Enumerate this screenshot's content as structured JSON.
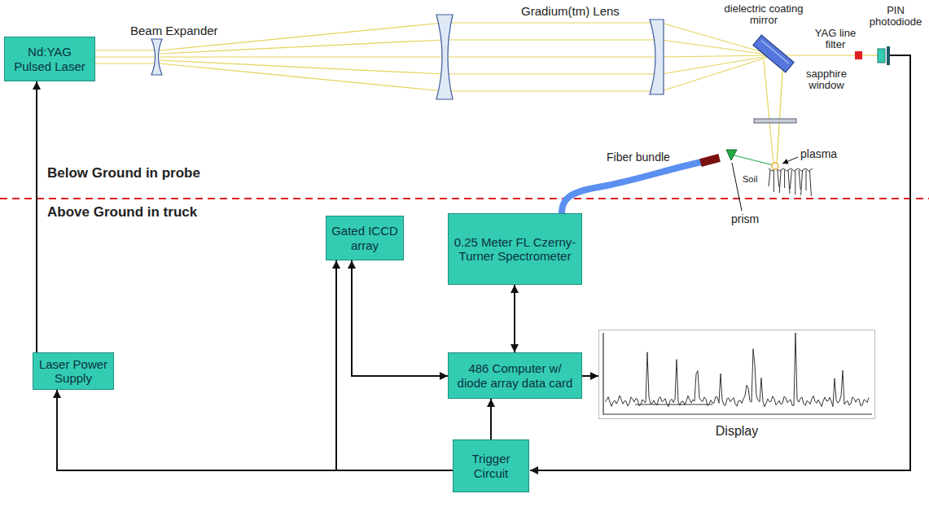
{
  "diagram": {
    "nodes": [
      {
        "text": [
          "Nd:YAG Pulsed Laser"
        ]
      },
      {
        "text": [
          "Gated ICCD array"
        ]
      },
      {
        "text": [
          "0.25 Meter FL Czerny-Turner Spectrometer"
        ]
      },
      {
        "text": [
          "Laser Power Supply"
        ]
      },
      {
        "text": [
          "486 Computer w/ diode array data card"
        ]
      },
      {
        "text": [
          "Display"
        ]
      },
      {
        "text": [
          "Trigger Circuit"
        ]
      }
    ],
    "edges": [
      {
        "from": 3,
        "to": 0,
        "arrow": "to"
      },
      {
        "from": 1,
        "to": 4,
        "arrow": "both"
      },
      {
        "from": 2,
        "to": 4,
        "arrow": "both"
      },
      {
        "from": 4,
        "to": 5,
        "arrow": "to"
      },
      {
        "from": 6,
        "to": 4,
        "arrow": "to"
      },
      {
        "from": 6,
        "to": 1,
        "arrow": "to"
      },
      {
        "from": 6,
        "to": 3,
        "arrow": "to"
      }
    ],
    "labels": [
      "Beam Expander",
      "Gradium(tm) Lens",
      "dielectric coating mirror",
      "PIN photodiode",
      "YAG line filter",
      "sapphire window",
      "plasma",
      "Soil",
      "Fiber bundle",
      "prism",
      "Below Ground in probe",
      "Above Ground in truck"
    ]
  }
}
